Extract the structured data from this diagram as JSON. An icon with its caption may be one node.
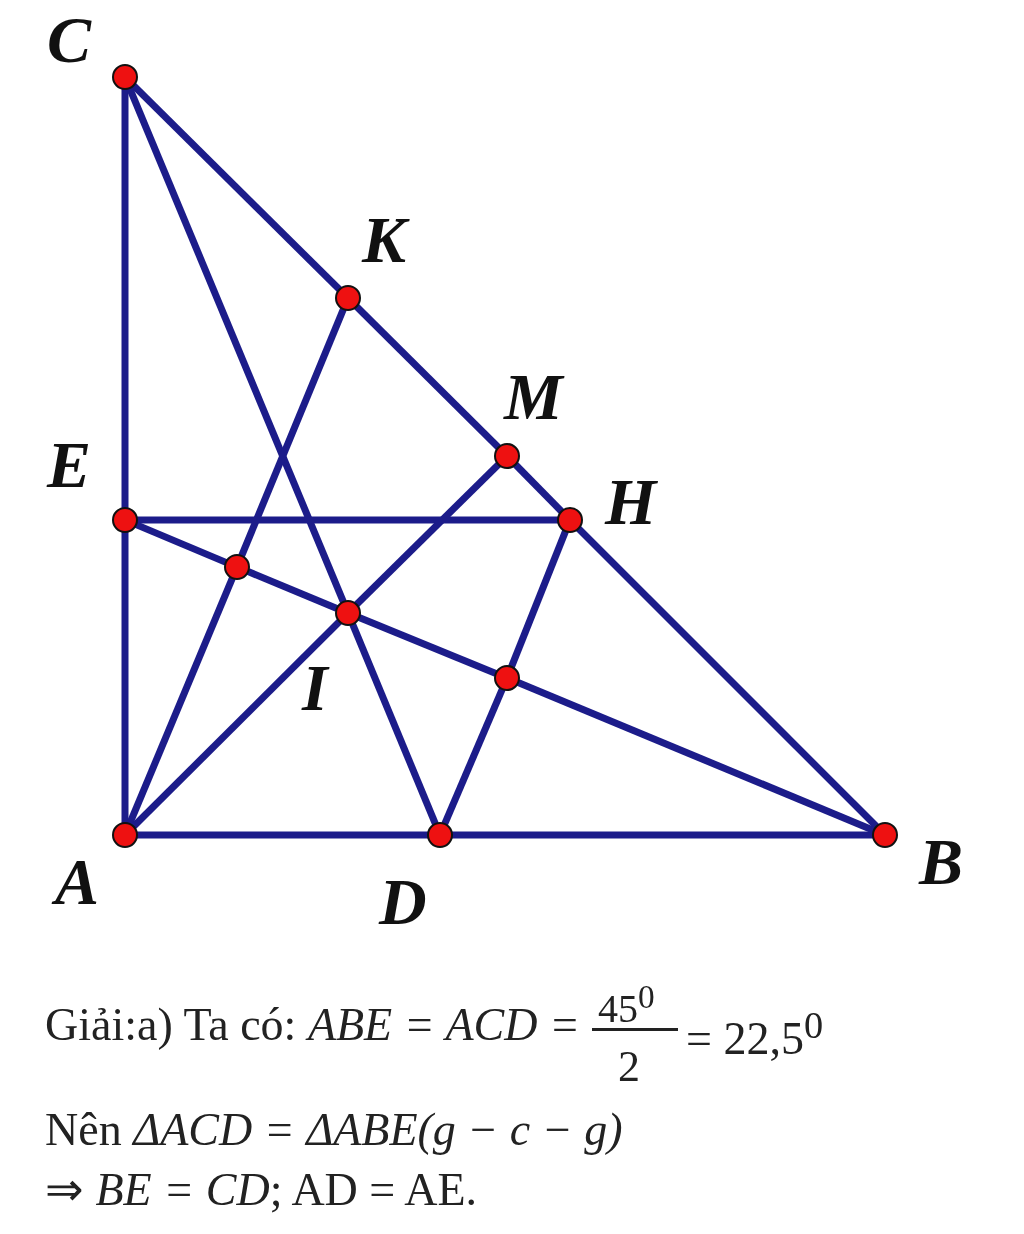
{
  "diagram": {
    "nodes": [
      {
        "text": [
          "C"
        ]
      },
      {
        "text": [
          "K"
        ]
      },
      {
        "text": [
          "M"
        ]
      },
      {
        "text": [
          "E"
        ]
      },
      {
        "text": [
          "H"
        ]
      },
      {
        "text": [],
        "shape": "circle"
      },
      {
        "text": [
          "I"
        ]
      },
      {
        "text": [],
        "shape": "circle"
      },
      {
        "text": [
          "A"
        ]
      },
      {
        "text": [
          "D"
        ]
      },
      {
        "text": [
          "B"
        ]
      }
    ],
    "edges": [
      {
        "from": 0,
        "to": 3,
        "arrow": "none"
      },
      {
        "from": 3,
        "to": 8,
        "arrow": "none"
      },
      {
        "from": 8,
        "to": 9,
        "arrow": "none"
      },
      {
        "from": 9,
        "to": 10,
        "arrow": "none"
      },
      {
        "from": 0,
        "to": 1,
        "arrow": "none"
      },
      {
        "from": 1,
        "to": 2,
        "arrow": "none"
      },
      {
        "from": 2,
        "to": 4,
        "arrow": "none"
      },
      {
        "from": 4,
        "to": 10,
        "arrow": "none"
      },
      {
        "from": 0,
        "to": 6,
        "arrow": "none"
      },
      {
        "from": 6,
        "to": 9,
        "arrow": "none"
      },
      {
        "from": 8,
        "to": 5,
        "arrow": "none"
      },
      {
        "from": 5,
        "to": 1,
        "arrow": "none"
      },
      {
        "from": 8,
        "to": 6,
        "arrow": "none"
      },
      {
        "from": 6,
        "to": 2,
        "arrow": "none"
      },
      {
        "from": 3,
        "to": 4,
        "arrow": "none"
      },
      {
        "from": 3,
        "to": 5,
        "arrow": "none"
      },
      {
        "from": 5,
        "to": 6,
        "arrow": "none"
      },
      {
        "from": 6,
        "to": 7,
        "arrow": "none"
      },
      {
        "from": 7,
        "to": 10,
        "arrow": "none"
      },
      {
        "from": 9,
        "to": 7,
        "arrow": "none"
      },
      {
        "from": 7,
        "to": 4,
        "arrow": "none"
      }
    ],
    "labels": [
      "Giải:a) Ta có: *ABE = ACD =*",
      "45$^{0}$",
      "2",
      "= 22,5$^{0}$",
      "Nên *ΔACD = ΔABE(g − c − g)*",
      "⇒ *BE = CD*; AD = AE."
    ]
  }
}
